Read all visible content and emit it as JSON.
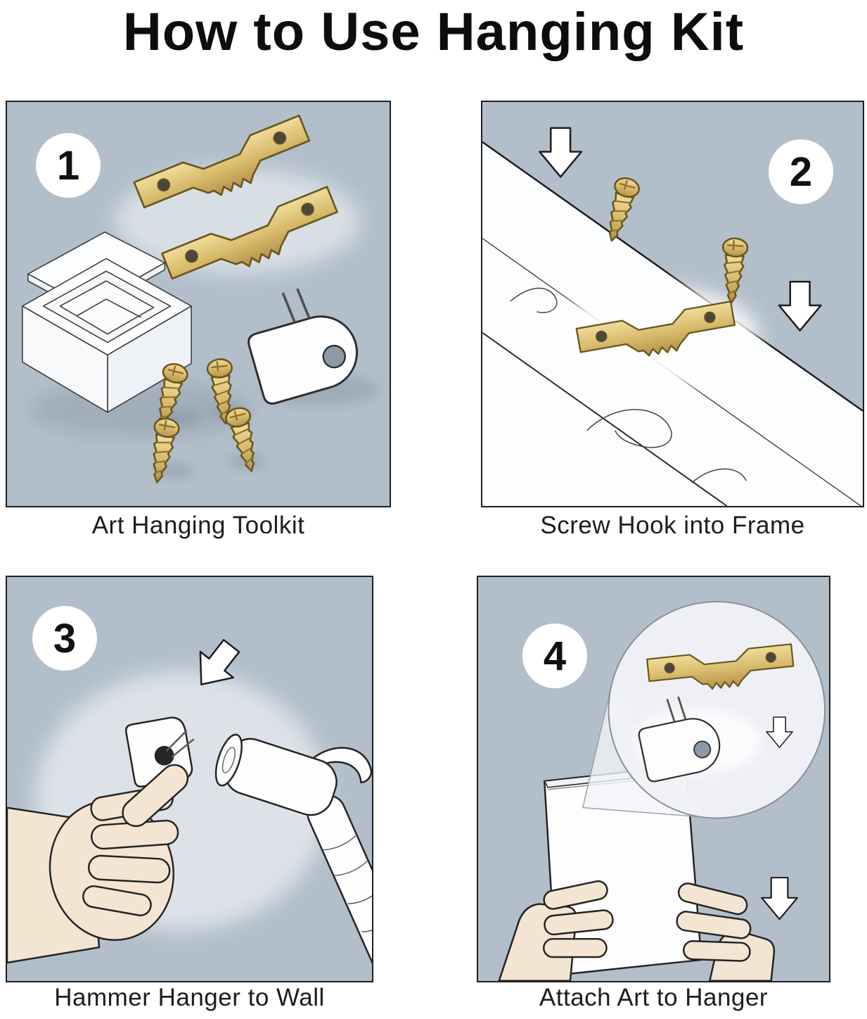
{
  "title": "How to Use Hanging  Kit",
  "panels": [
    {
      "number": "1",
      "caption": "Art Hanging Toolkit"
    },
    {
      "number": "2",
      "caption": "Screw Hook into Frame"
    },
    {
      "number": "3",
      "caption": "Hammer Hanger to Wall"
    },
    {
      "number": "4",
      "caption": "Attach Art to Hanger"
    }
  ],
  "colors": {
    "panel_background": "#b2bfca",
    "brass": "#d8ba6b",
    "brass_outline": "#6a571f",
    "line_outline": "#242424",
    "skin": "#f3e5d2",
    "white": "#ffffff"
  }
}
